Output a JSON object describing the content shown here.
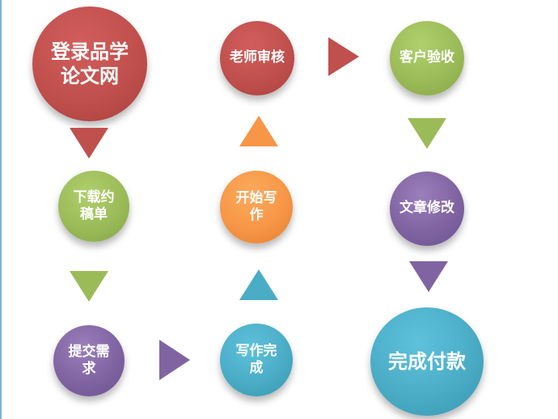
{
  "nodes": {
    "login": {
      "label": "登录品学论文网",
      "color": "#c0504d"
    },
    "review": {
      "label": "老师审核",
      "color": "#c0504d"
    },
    "accept": {
      "label": "客户验收",
      "color": "#9bbb59"
    },
    "download": {
      "label": "下载约稿单",
      "color": "#9bbb59"
    },
    "start": {
      "label": "开始写作",
      "color": "#f79646"
    },
    "revise": {
      "label": "文章修改",
      "color": "#8064a2"
    },
    "submit": {
      "label": "提交需求",
      "color": "#8064a2"
    },
    "complete": {
      "label": "写作完成",
      "color": "#4bacc6"
    },
    "payment": {
      "label": "完成付款",
      "color": "#4bacc6"
    }
  },
  "arrows": {
    "login_to_download": {
      "direction": "down",
      "color": "#c0504d"
    },
    "download_to_submit": {
      "direction": "down",
      "color": "#9bbb59"
    },
    "submit_to_complete": {
      "direction": "right",
      "color": "#8064a2"
    },
    "complete_to_start": {
      "direction": "up",
      "color": "#4bacc6"
    },
    "start_to_review": {
      "direction": "up",
      "color": "#f79646"
    },
    "review_to_accept": {
      "direction": "right",
      "color": "#c0504d"
    },
    "accept_to_revise": {
      "direction": "down",
      "color": "#9bbb59"
    },
    "revise_to_payment": {
      "direction": "down",
      "color": "#8064a2"
    }
  }
}
